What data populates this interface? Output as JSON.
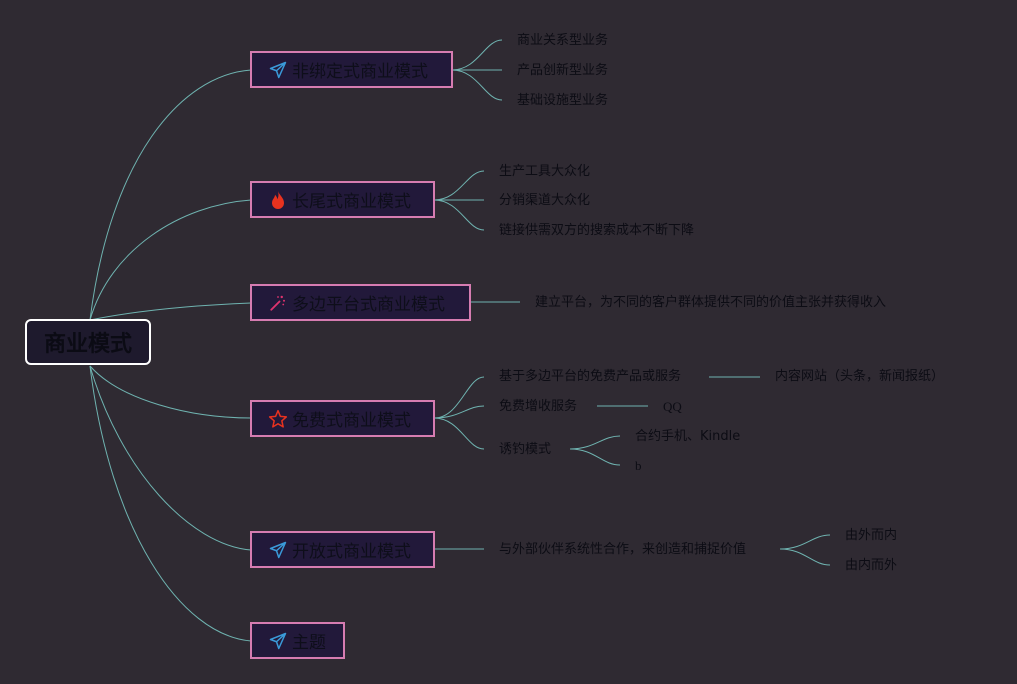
{
  "root": {
    "label": "商业模式"
  },
  "colors": {
    "background": "#2f2a32",
    "line": "#6fb3b0",
    "branch_border": "#d67cb1",
    "root_border": "#ffffff"
  },
  "branches": [
    {
      "label": "非绑定式商业模式",
      "icon": "paper-plane-icon",
      "children": [
        "商业关系型业务",
        "产品创新型业务",
        "基础设施型业务"
      ]
    },
    {
      "label": "长尾式商业模式",
      "icon": "fire-icon",
      "children": [
        "生产工具大众化",
        "分销渠道大众化",
        "链接供需双方的搜索成本不断下降"
      ]
    },
    {
      "label": "多边平台式商业模式",
      "icon": "magic-wand-icon",
      "children": [
        "建立平台，为不同的客户群体提供不同的价值主张并获得收入"
      ]
    },
    {
      "label": "免费式商业模式",
      "icon": "star-icon",
      "children": [
        {
          "label": "基于多边平台的免费产品或服务",
          "children": [
            "内容网站（头条，新闻报纸）"
          ]
        },
        {
          "label": "免费增收服务",
          "children": [
            "QQ"
          ]
        },
        {
          "label": "诱钓模式",
          "children": [
            "合约手机、Kindle",
            "b"
          ]
        }
      ]
    },
    {
      "label": "开放式商业模式",
      "icon": "paper-plane-icon",
      "children": [
        {
          "label": "与外部伙伴系统性合作，来创造和捕捉价值",
          "children": [
            "由外而内",
            "由内而外"
          ]
        }
      ]
    },
    {
      "label": "主题",
      "icon": "paper-plane-icon",
      "children": []
    }
  ]
}
